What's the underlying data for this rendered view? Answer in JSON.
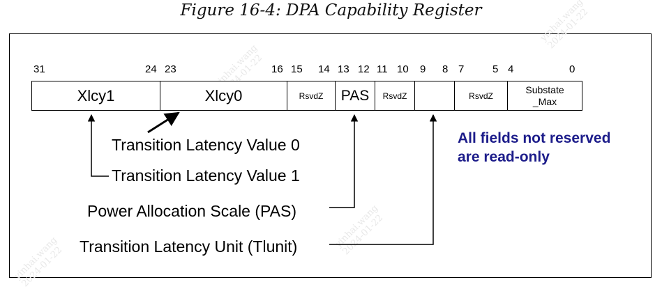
{
  "caption": "Figure 16-4: DPA Capability Register",
  "bit_numbers": [
    "31",
    "24",
    "23",
    "16",
    "15",
    "14",
    "13",
    "12",
    "11",
    "10",
    "9",
    "8",
    "7",
    "5",
    "4",
    "0"
  ],
  "fields": {
    "xlcy1": "Xlcy1",
    "xlcy0": "Xlcy0",
    "rsvdz_a": "RsvdZ",
    "pas": "PAS",
    "rsvdz_b": "RsvdZ",
    "tlunit": "",
    "rsvdz_c": "RsvdZ",
    "substate_max_line1": "Substate",
    "substate_max_line2": "_Max"
  },
  "labels": {
    "tlv0": "Transition Latency Value 0",
    "tlv1": "Transition Latency Value 1",
    "pas": "Power Allocation Scale (PAS)",
    "tlunit": "Transition Latency Unit (Tlunit)"
  },
  "note_line1": "All fields not reserved",
  "note_line2": "are read-only",
  "watermark": {
    "line1": "yinhai.wang",
    "line2": "2024-01-22"
  },
  "colors": {
    "note": "#1c1c8a",
    "watermark": "#e8e8e8"
  }
}
